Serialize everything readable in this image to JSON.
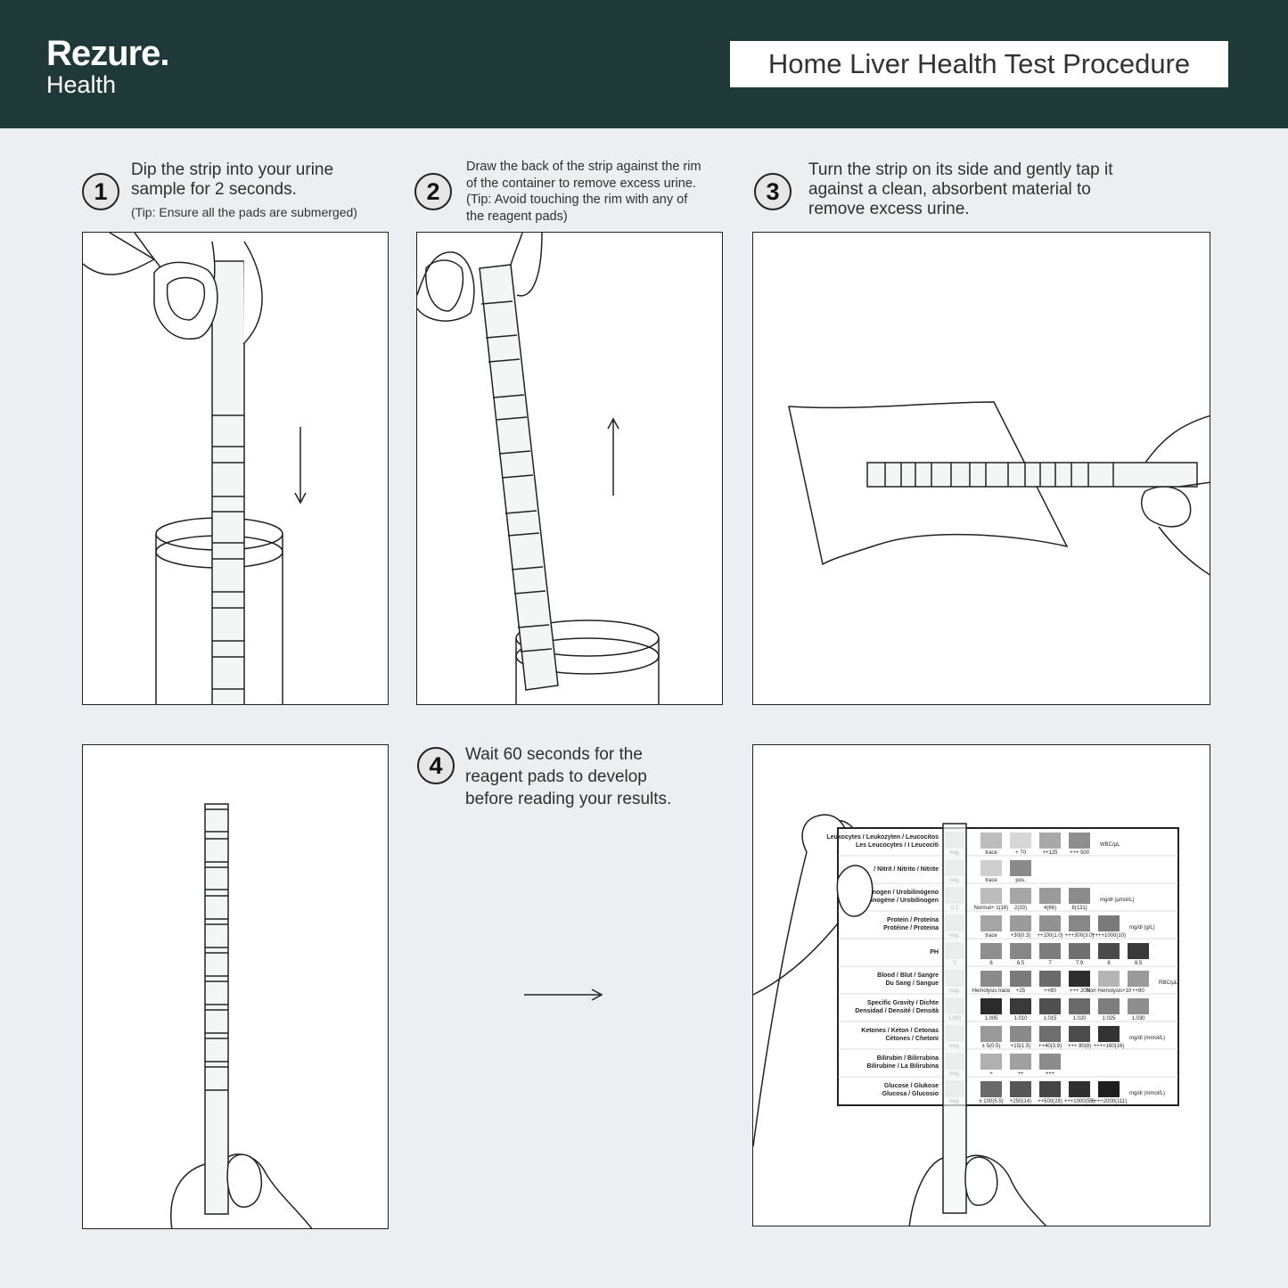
{
  "header": {
    "brand_name": "Rezure.",
    "brand_sub": "Health",
    "title": "Home Liver Health Test Procedure"
  },
  "steps": [
    {
      "num": "1",
      "lines": [
        "Dip the strip into your urine",
        "sample for 2 seconds."
      ],
      "tip": "(Tip: Ensure all the pads are submerged)"
    },
    {
      "num": "2",
      "lines": [
        "Draw the back of the strip against the rim",
        "of the container to remove excess urine.",
        "(Tip: Avoid touching the rim with any of",
        "the reagent pads)"
      ]
    },
    {
      "num": "3",
      "lines": [
        "Turn the strip on its side and gently tap it",
        "against a clean, absorbent material to",
        "remove excess urine."
      ]
    },
    {
      "num": "4",
      "lines": [
        "Wait 60 seconds for the",
        "reagent pads to develop",
        "before reading your results."
      ]
    }
  ],
  "chart": {
    "rows": [
      {
        "label1": "Leukocytes / Leukozyten / Leucocitos",
        "label2": "Les Leucocytes / I Leucociti",
        "neg": "neg.",
        "values": [
          "trace",
          "+ 70",
          "++125",
          "+++ 500"
        ],
        "unit": "WBC/µL",
        "shades": [
          "#bdbdbd",
          "#d6d6d6",
          "#a9a9a9",
          "#8e8e8e"
        ]
      },
      {
        "label1": "/ Nitrit / Nitrito / Nitrite",
        "label2": "",
        "neg": "neg.",
        "values": [
          "trace",
          "pos."
        ],
        "unit": "",
        "shades": [
          "#cfcfcf",
          "#8a8a8a"
        ]
      },
      {
        "label1": "ilinogen / Urobilinógeno",
        "label2": "bilinogène / Urobilinogen",
        "neg": "0.1",
        "values": [
          "Normal+ 1(16)",
          "2(33)",
          "4(66)",
          "8(131)"
        ],
        "unit": "mg/dl (µmol/L)",
        "shades": [
          "#bcbcbc",
          "#a5a5a5",
          "#9a9a9a",
          "#8c8c8c"
        ]
      },
      {
        "label1": "Protein / Proteína",
        "label2": "Protéine / Proteina",
        "neg": "neg.",
        "values": [
          "trace",
          "+30(0.3)",
          "++100(1.0)",
          "+++300(3.0)",
          "++++1000(10)"
        ],
        "unit": "mg/dl (g/L)",
        "shades": [
          "#a5a5a5",
          "#9b9b9b",
          "#919191",
          "#878787",
          "#7a7a7a"
        ]
      },
      {
        "label1": "PH",
        "label2": "",
        "neg": "5",
        "values": [
          "6",
          "6.5",
          "7",
          "7.9",
          "8",
          "8.5"
        ],
        "unit": "",
        "shades": [
          "#8f8f8f",
          "#878787",
          "#7d7d7d",
          "#6f6f6f",
          "#4a4a4a",
          "#3a3a3a"
        ]
      },
      {
        "label1": "Blood / Blut / Sangre",
        "label2": "Du Sang / Sangue",
        "neg": "neg.",
        "values": [
          "Hemolysis trace",
          "+25",
          "++80",
          "+++ 200",
          "Non Hemolysis+10",
          "++80"
        ],
        "unit": "RBC/µL",
        "shades": [
          "#8a8a8a",
          "#7a7a7a",
          "#6a6a6a",
          "#2e2e2e",
          "#b5b5b5",
          "#9a9a9a"
        ]
      },
      {
        "label1": "Specific Gravity / Dichte",
        "label2": "Densidad / Densité / Densità",
        "neg": "1.000",
        "values": [
          "1.005",
          "1.010",
          "1.015",
          "1.020",
          "1.025",
          "1.030"
        ],
        "unit": "",
        "shades": [
          "#2b2b2b",
          "#3a3a3a",
          "#505050",
          "#6a6a6a",
          "#7e7e7e",
          "#8e8e8e"
        ]
      },
      {
        "label1": "Ketones / Keton / Cetonas",
        "label2": "Cétones / Chetoni",
        "neg": "neg.",
        "values": [
          "± 5(0.5)",
          "+15(1.5)",
          "++40(3.9)",
          "+++ 80(8)",
          "++++160(16)"
        ],
        "unit": "mg/dl (mmol/L)",
        "shades": [
          "#9a9a9a",
          "#8a8a8a",
          "#6e6e6e",
          "#4c4c4c",
          "#333333"
        ]
      },
      {
        "label1": "Bilirubin / Bilirrubina",
        "label2": "Bilirubine / La Bilirubina",
        "neg": "neg.",
        "values": [
          "+",
          "++",
          "+++"
        ],
        "unit": "",
        "shades": [
          "#b0b0b0",
          "#a0a0a0",
          "#8c8c8c"
        ]
      },
      {
        "label1": "Glucose / Glukose",
        "label2": "Glucosa / Glucosio",
        "neg": "neg.",
        "values": [
          "± 100(5.5)",
          "+250(14)",
          "++500(28)",
          "+++1000(55)",
          "++++2000(111)"
        ],
        "unit": "mg/dl (mmol/L)",
        "shades": [
          "#6a6a6a",
          "#575757",
          "#454545",
          "#303030",
          "#1e1e1e"
        ]
      }
    ]
  }
}
